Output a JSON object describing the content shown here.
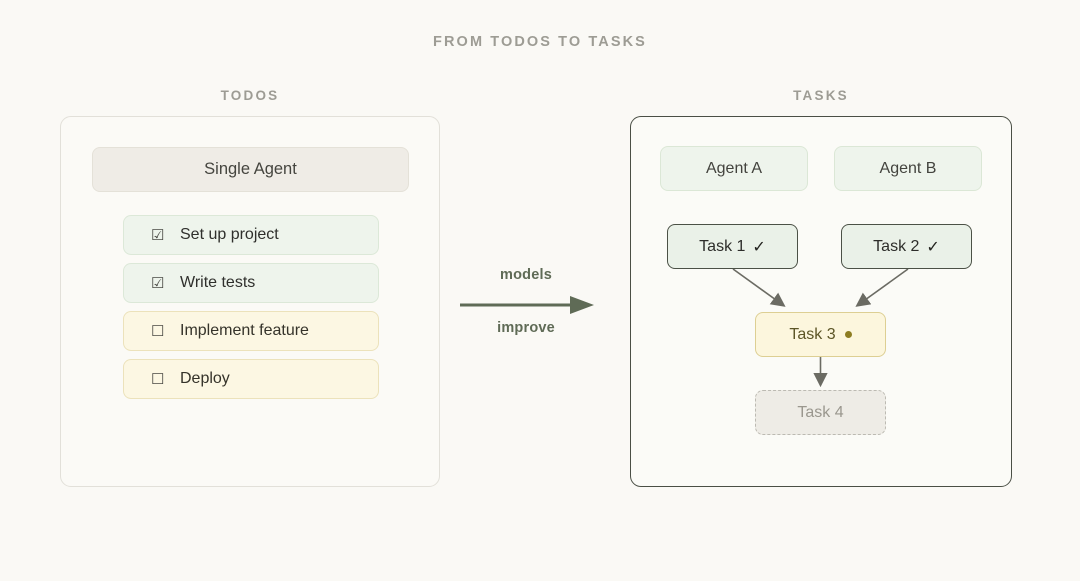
{
  "title": "FROM TODOS TO TASKS",
  "columns": {
    "left_heading": "TODOS",
    "right_heading": "TASKS"
  },
  "todos_panel": {
    "agent_header": "Single Agent",
    "items": [
      {
        "checkbox": "☑",
        "label": "Set up project",
        "state": "done"
      },
      {
        "checkbox": "☑",
        "label": "Write tests",
        "state": "done"
      },
      {
        "checkbox": "☐",
        "label": "Implement feature",
        "state": "pending"
      },
      {
        "checkbox": "☐",
        "label": "Deploy",
        "state": "pending"
      }
    ]
  },
  "transform": {
    "label_above": "models",
    "label_below": "improve",
    "arrow_icon": "right-arrow-icon"
  },
  "tasks_panel": {
    "agents": [
      {
        "label": "Agent A"
      },
      {
        "label": "Agent B"
      }
    ],
    "tasks": [
      {
        "label": "Task 1",
        "marker": "✓",
        "state": "done"
      },
      {
        "label": "Task 2",
        "marker": "✓",
        "state": "done"
      },
      {
        "label": "Task 3",
        "marker": "dot",
        "state": "in-progress"
      },
      {
        "label": "Task 4",
        "marker": "",
        "state": "pending"
      }
    ],
    "edges": [
      {
        "from": "Task 1",
        "to": "Task 3"
      },
      {
        "from": "Task 2",
        "to": "Task 3"
      },
      {
        "from": "Task 3",
        "to": "Task 4"
      }
    ]
  },
  "colors": {
    "background": "#faf9f5",
    "title_text": "#9d9c94",
    "panel_border_light": "#e2e0d9",
    "panel_border_dark": "#4a4f45",
    "done_fill": "#eef4ec",
    "done_border": "#dce8d8",
    "pending_fill": "#fcf7e3",
    "pending_border": "#ece2bb",
    "task_done_border": "#4b5146",
    "task_active_fill": "#fcf6dd",
    "task_active_border": "#ddcf93",
    "task_pending_fill": "#eeece6",
    "task_pending_border": "#bcbab2",
    "arrow": "#5f6b56",
    "connector": "#6b6b63",
    "dot_marker": "#8d7d22"
  }
}
